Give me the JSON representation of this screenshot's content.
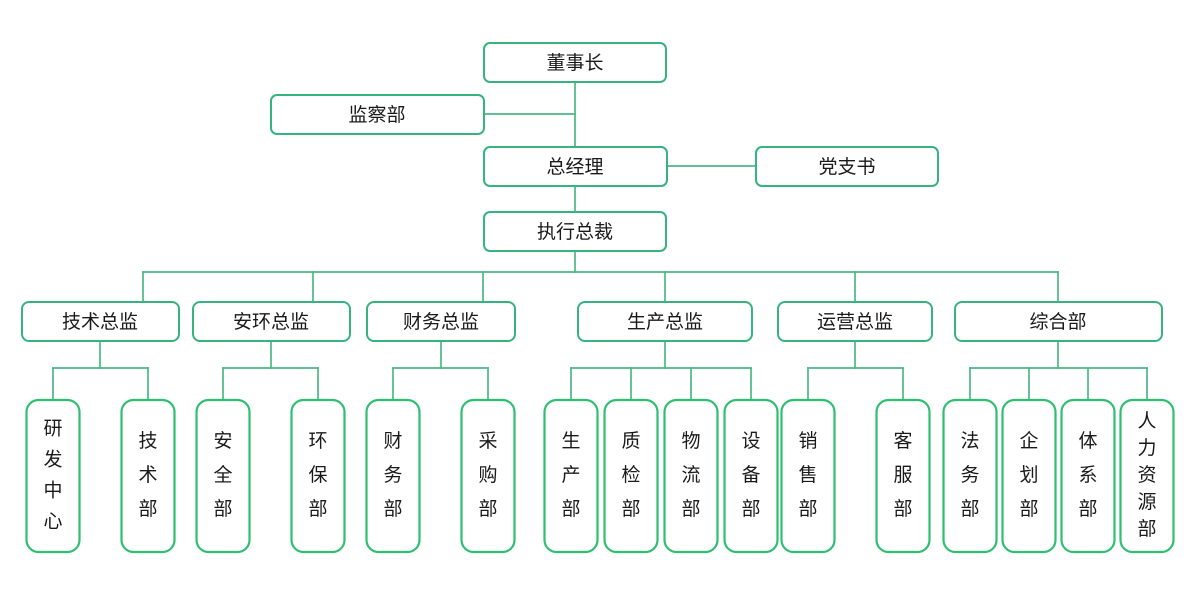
{
  "chart_data": {
    "type": "diagram",
    "diagram_kind": "organization-chart",
    "title": "",
    "orientation": "top-down",
    "colors": {
      "box_stroke": "#36b37e",
      "leaf_box_stroke": "#2fbf71",
      "connector": "#4cb787",
      "box_fill": "#ffffff",
      "text": "#1a1a1a",
      "background": "#ffffff"
    },
    "levels": [
      {
        "level": 0,
        "nodes": [
          "董事长"
        ]
      },
      {
        "level": 1,
        "nodes": [
          "监察部",
          "总经理",
          "党支书"
        ]
      },
      {
        "level": 2,
        "nodes": [
          "执行总裁"
        ]
      },
      {
        "level": 3,
        "nodes": [
          "技术总监",
          "安环总监",
          "财务总监",
          "生产总监",
          "运营总监",
          "综合部"
        ]
      },
      {
        "level": 4,
        "nodes": [
          "研发中心",
          "技术部",
          "安全部",
          "环保部",
          "财务部",
          "采购部",
          "生产部",
          "质检部",
          "物流部",
          "设备部",
          "销售部",
          "客服部",
          "法务部",
          "企划部",
          "体系部",
          "人力资源部"
        ]
      }
    ],
    "edges": [
      {
        "from": "董事长",
        "to": "总经理"
      },
      {
        "from": "董事长",
        "to": "监察部",
        "style": "staff-left"
      },
      {
        "from": "总经理",
        "to": "党支书",
        "style": "staff-right"
      },
      {
        "from": "总经理",
        "to": "执行总裁"
      },
      {
        "from": "执行总裁",
        "to": "技术总监"
      },
      {
        "from": "执行总裁",
        "to": "安环总监"
      },
      {
        "from": "执行总裁",
        "to": "财务总监"
      },
      {
        "from": "执行总裁",
        "to": "生产总监"
      },
      {
        "from": "执行总裁",
        "to": "运营总监"
      },
      {
        "from": "执行总裁",
        "to": "综合部"
      },
      {
        "from": "技术总监",
        "to": "研发中心"
      },
      {
        "from": "技术总监",
        "to": "技术部"
      },
      {
        "from": "安环总监",
        "to": "安全部"
      },
      {
        "from": "安环总监",
        "to": "环保部"
      },
      {
        "from": "财务总监",
        "to": "财务部"
      },
      {
        "from": "财务总监",
        "to": "采购部"
      },
      {
        "from": "生产总监",
        "to": "生产部"
      },
      {
        "from": "生产总监",
        "to": "质检部"
      },
      {
        "from": "生产总监",
        "to": "物流部"
      },
      {
        "from": "生产总监",
        "to": "设备部"
      },
      {
        "from": "运营总监",
        "to": "销售部"
      },
      {
        "from": "运营总监",
        "to": "客服部"
      },
      {
        "from": "综合部",
        "to": "法务部"
      },
      {
        "from": "综合部",
        "to": "企划部"
      },
      {
        "from": "综合部",
        "to": "体系部"
      },
      {
        "from": "综合部",
        "to": "人力资源部"
      }
    ]
  },
  "nodes": {
    "chairman": {
      "label": "董事长"
    },
    "supervision": {
      "label": "监察部"
    },
    "general_manager": {
      "label": "总经理"
    },
    "party_secretary": {
      "label": "党支书"
    },
    "executive_president": {
      "label": "执行总裁"
    },
    "directors": [
      {
        "key": "tech_director",
        "label": "技术总监"
      },
      {
        "key": "safety_env_director",
        "label": "安环总监"
      },
      {
        "key": "finance_director",
        "label": "财务总监"
      },
      {
        "key": "production_director",
        "label": "生产总监"
      },
      {
        "key": "operations_director",
        "label": "运营总监"
      },
      {
        "key": "general_affairs",
        "label": "综合部"
      }
    ],
    "departments": [
      {
        "key": "rd_center",
        "label": "研发中心",
        "chars": [
          "研",
          "发",
          "中",
          "心"
        ]
      },
      {
        "key": "tech_dept",
        "label": "技术部",
        "chars": [
          "技",
          "术",
          "部"
        ]
      },
      {
        "key": "safety_dept",
        "label": "安全部",
        "chars": [
          "安",
          "全",
          "部"
        ]
      },
      {
        "key": "environment_dept",
        "label": "环保部",
        "chars": [
          "环",
          "保",
          "部"
        ]
      },
      {
        "key": "finance_dept",
        "label": "财务部",
        "chars": [
          "财",
          "务",
          "部"
        ]
      },
      {
        "key": "purchasing_dept",
        "label": "采购部",
        "chars": [
          "采",
          "购",
          "部"
        ]
      },
      {
        "key": "production_dept",
        "label": "生产部",
        "chars": [
          "生",
          "产",
          "部"
        ]
      },
      {
        "key": "quality_dept",
        "label": "质检部",
        "chars": [
          "质",
          "检",
          "部"
        ]
      },
      {
        "key": "logistics_dept",
        "label": "物流部",
        "chars": [
          "物",
          "流",
          "部"
        ]
      },
      {
        "key": "equipment_dept",
        "label": "设备部",
        "chars": [
          "设",
          "备",
          "部"
        ]
      },
      {
        "key": "sales_dept",
        "label": "销售部",
        "chars": [
          "销",
          "售",
          "部"
        ]
      },
      {
        "key": "customer_service_dept",
        "label": "客服部",
        "chars": [
          "客",
          "服",
          "部"
        ]
      },
      {
        "key": "legal_dept",
        "label": "法务部",
        "chars": [
          "法",
          "务",
          "部"
        ]
      },
      {
        "key": "planning_dept",
        "label": "企划部",
        "chars": [
          "企",
          "划",
          "部"
        ]
      },
      {
        "key": "system_dept",
        "label": "体系部",
        "chars": [
          "体",
          "系",
          "部"
        ]
      },
      {
        "key": "hr_dept",
        "label": "人力资源部",
        "chars": [
          "人",
          "力",
          "资",
          "源",
          "部"
        ]
      }
    ]
  }
}
